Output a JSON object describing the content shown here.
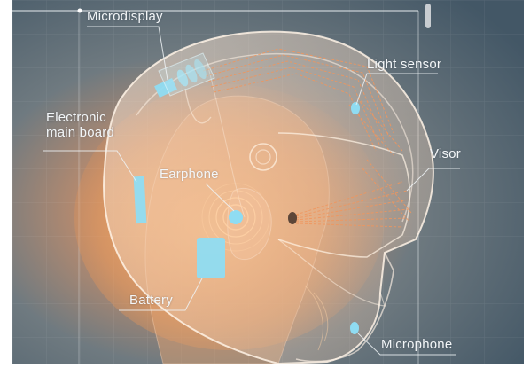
{
  "labels": {
    "microdisplay": "Microdisplay",
    "light_sensor": "Light sensor",
    "electronic_main_board": "Electronic\nmain board",
    "earphone": "Earphone",
    "visor": "Visor",
    "battery": "Battery",
    "microphone": "Microphone"
  },
  "colors": {
    "component_blue": "#8fdcf2",
    "warm_glow": "#f2a15e",
    "background_steel": "#4d6170",
    "label_text": "#f3f6f8"
  }
}
